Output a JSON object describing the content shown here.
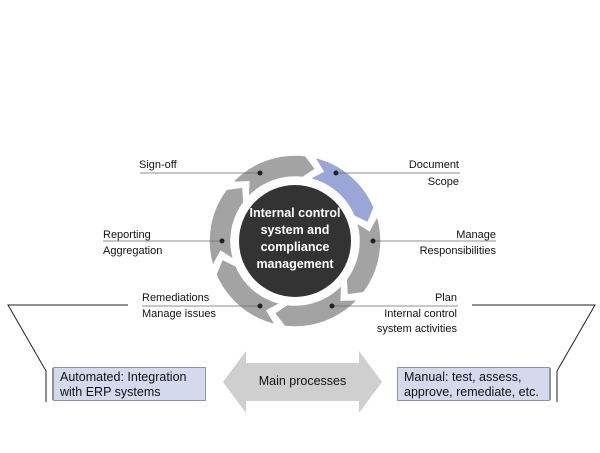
{
  "center_label": [
    "Internal control",
    "system and",
    "compliance",
    "management"
  ],
  "labels": {
    "signoff": "Sign-off",
    "document": "Document",
    "scope": "Scope",
    "reporting": "Reporting",
    "aggregation": "Aggregation",
    "manage": "Manage",
    "responsibilities": "Responsibilities",
    "remediations": "Remediations",
    "manage_issues": "Manage issues",
    "plan": "Plan",
    "plan_line1": "Internal control",
    "plan_line2": "system activities"
  },
  "bottom": {
    "left_line1": "Automated: Integration",
    "left_line2": "with ERP systems",
    "middle": "Main processes",
    "right_line1": "Manual: test, assess,",
    "right_line2": "approve, remediate, etc."
  },
  "colors": {
    "segment_gray": "#a3a3a3",
    "segment_highlight": "#9aa6d6",
    "center_fill": "#333333",
    "box_fill": "#d4d9ee",
    "arrow_fill": "#cfcfcf"
  }
}
